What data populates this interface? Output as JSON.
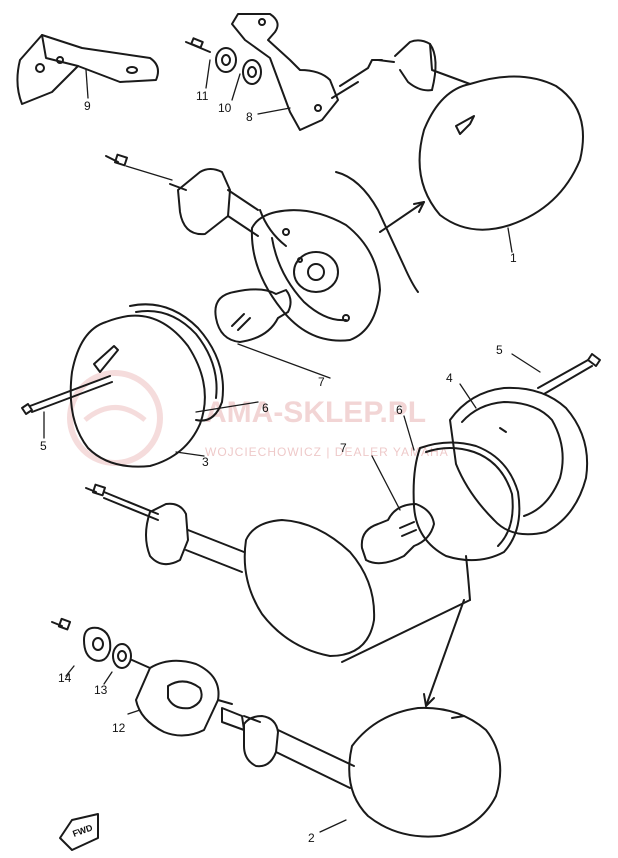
{
  "diagram": {
    "part_numbers": [
      "1",
      "2",
      "3",
      "4",
      "5",
      "6",
      "7",
      "8",
      "9",
      "10",
      "11",
      "12",
      "13",
      "14"
    ],
    "callouts": {
      "p9": "9",
      "p11": "11",
      "p10": "10",
      "p8": "8",
      "p1": "1",
      "p7a": "7",
      "p6a": "6",
      "p5a": "5",
      "p3": "3",
      "p5b": "5",
      "p4": "4",
      "p6b": "6",
      "p7b": "7",
      "p14": "14",
      "p13": "13",
      "p12": "12",
      "p2": "2"
    },
    "direction_marker": "FWD"
  },
  "watermark": {
    "text": "AMA-SKLEP.PL",
    "subtext": "WOJCIECHOWICZ | DEALER YAMAHA"
  }
}
